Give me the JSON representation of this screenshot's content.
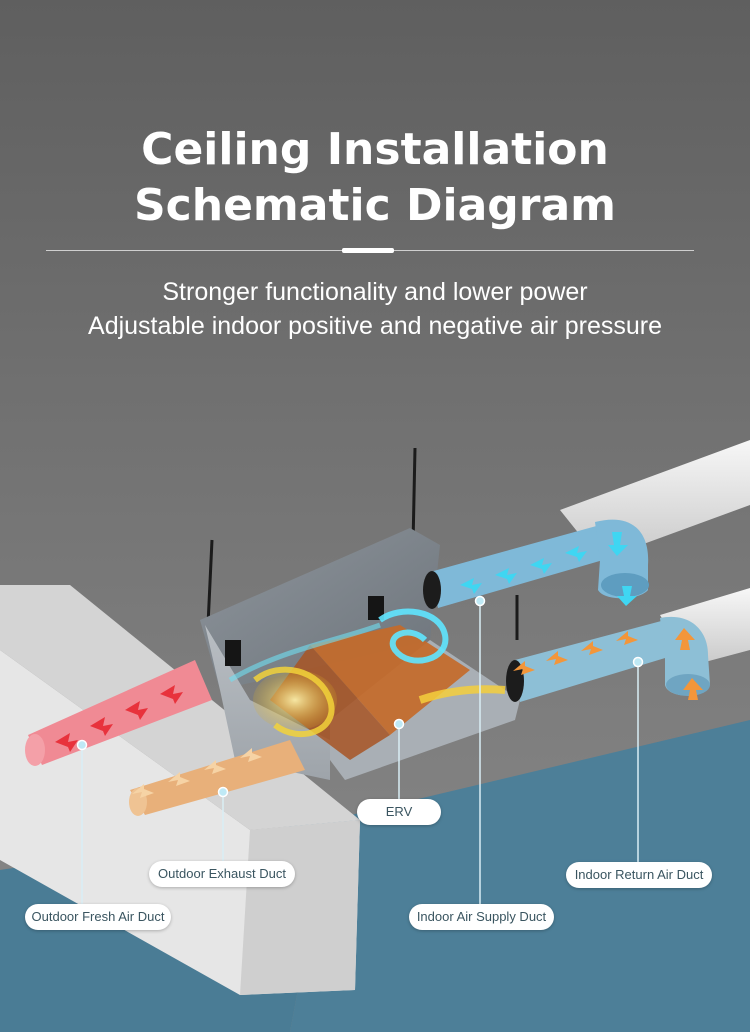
{
  "header": {
    "title_line1": "Ceiling Installation",
    "title_line2": "Schematic Diagram",
    "subtitle_line1": "Stronger functionality and lower power",
    "subtitle_line2": "Adjustable indoor positive and negative air pressure"
  },
  "labels": {
    "erv": "ERV",
    "outdoor_exhaust": "Outdoor Exhaust Duct",
    "indoor_return": "Indoor Return Air Duct",
    "outdoor_fresh": "Outdoor Fresh Air Duct",
    "indoor_supply": "Indoor Air Supply Duct"
  },
  "colors": {
    "fresh_duct": "#f08a94",
    "exhaust_duct": "#e8b07a",
    "supply_duct": "#7fb9d8",
    "return_duct": "#8dbfd6",
    "wall": "#4d7f98",
    "ceiling": "#6e6e6e",
    "callout_line": "#d9eef5"
  }
}
